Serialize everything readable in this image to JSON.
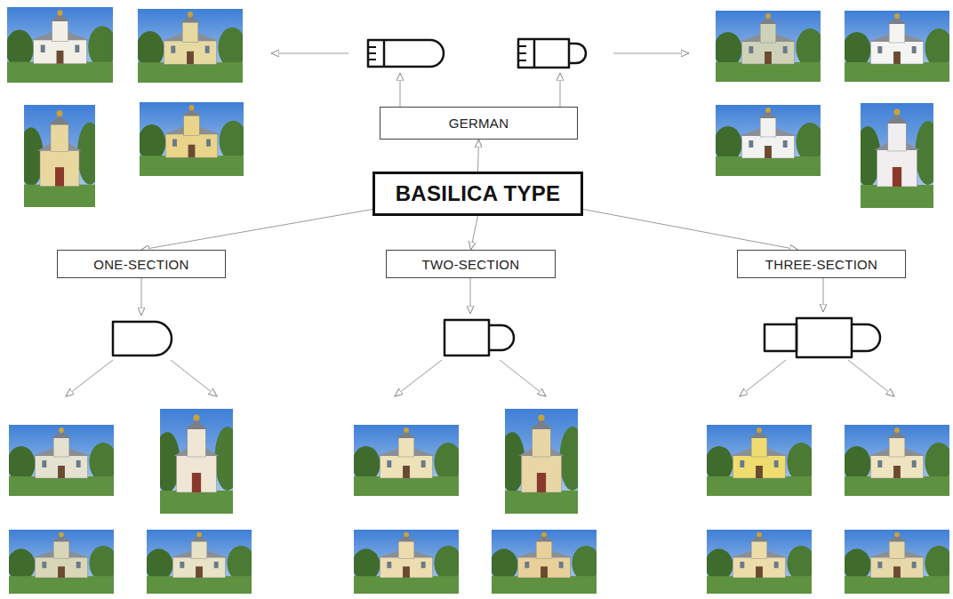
{
  "diagram": {
    "nodes": [
      {
        "text": [
          "GERMAN"
        ]
      },
      {
        "text": [
          "BASILICA TYPE"
        ]
      },
      {
        "text": [
          "ONE-SECTION"
        ]
      },
      {
        "text": [
          "TWO-SECTION"
        ]
      },
      {
        "text": [
          "THREE-SECTION"
        ]
      }
    ],
    "edges": [
      {
        "from": 1,
        "to": 0,
        "arrow": "to"
      },
      {
        "from": 1,
        "to": 2,
        "arrow": "to"
      },
      {
        "from": 1,
        "to": 3,
        "arrow": "to"
      },
      {
        "from": 1,
        "to": 4,
        "arrow": "to"
      }
    ]
  }
}
